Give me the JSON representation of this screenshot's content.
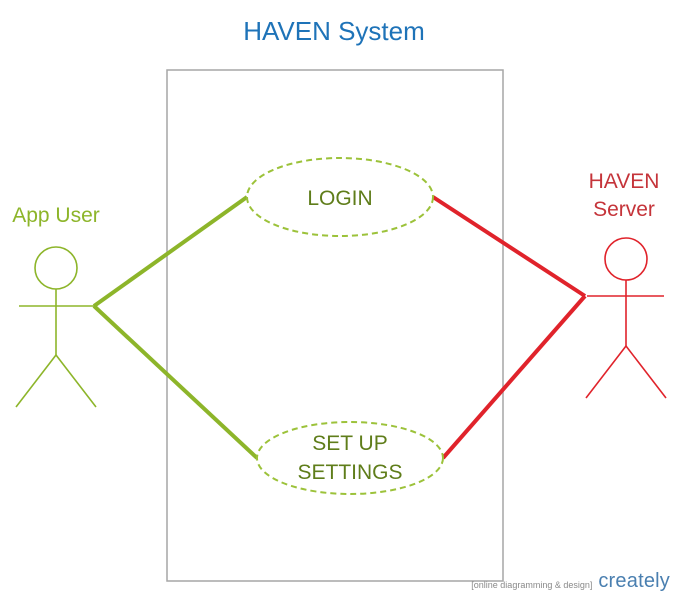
{
  "diagram": {
    "title": "HAVEN System",
    "actors": {
      "app_user": {
        "label": "App User"
      },
      "haven_server": {
        "label_line1": "HAVEN",
        "label_line2": "Server"
      }
    },
    "use_cases": {
      "login": {
        "label": "LOGIN"
      },
      "setup_settings": {
        "label_line1": "SET UP",
        "label_line2": "SETTINGS"
      }
    }
  },
  "colors": {
    "title": "#1e73b8",
    "app_user": "#8db52a",
    "use_case_text": "#5f7d1a",
    "use_case_border": "#9cc23a",
    "server": "#e0232b",
    "server_label": "#c5343a",
    "system_boundary": "#a6a6a6"
  },
  "watermark": {
    "tagline": "[online diagramming & design]",
    "brand": "creately"
  }
}
